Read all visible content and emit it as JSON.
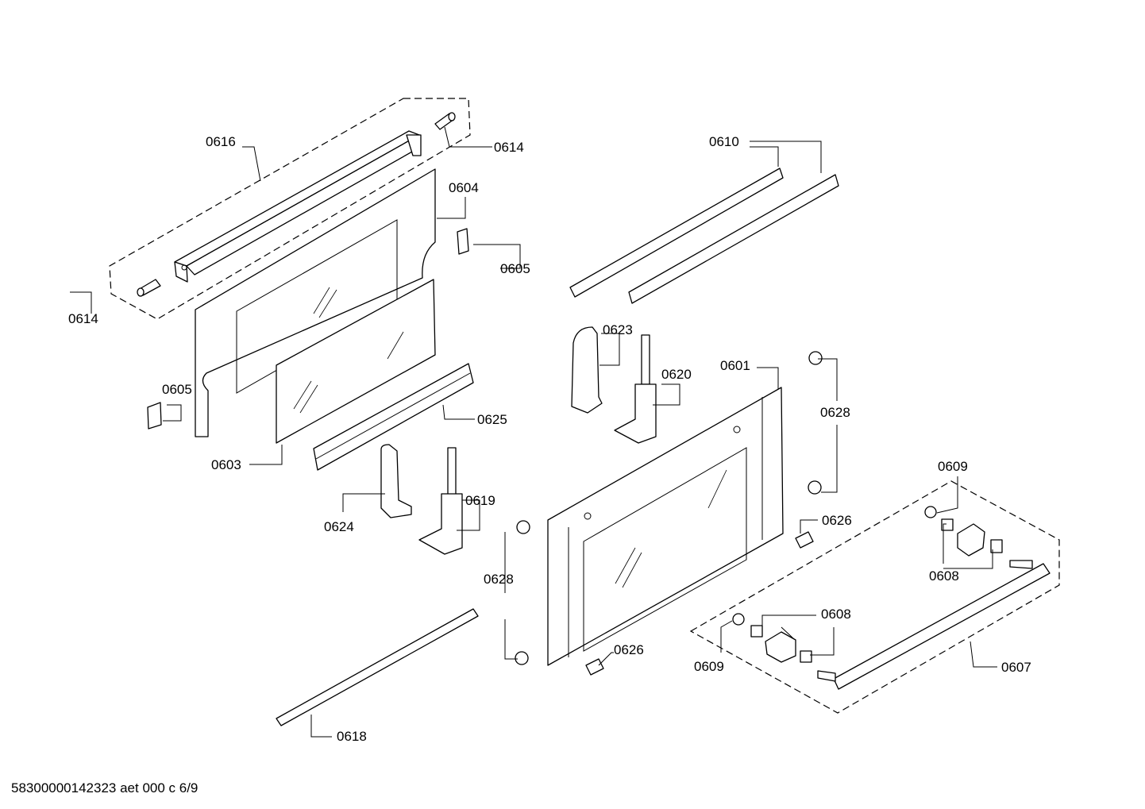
{
  "labels": {
    "p0616": "0616",
    "p0614_top": "0614",
    "p0614_left": "0614",
    "p0604": "0604",
    "p0605_right": "0605",
    "p0605_left": "0605",
    "p0603": "0603",
    "p0625": "0625",
    "p0624": "0624",
    "p0619": "0619",
    "p0610": "0610",
    "p0623": "0623",
    "p0620": "0620",
    "p0601": "0601",
    "p0628_right": "0628",
    "p0628_mid": "0628",
    "p0626_right": "0626",
    "p0626_bottom": "0626",
    "p0609_top": "0609",
    "p0608_right": "0608",
    "p0608_mid": "0608",
    "p0609_left": "0609",
    "p0607": "0607",
    "p0618": "0618"
  },
  "footer": "58300000142323 aet 000 c 6/9"
}
